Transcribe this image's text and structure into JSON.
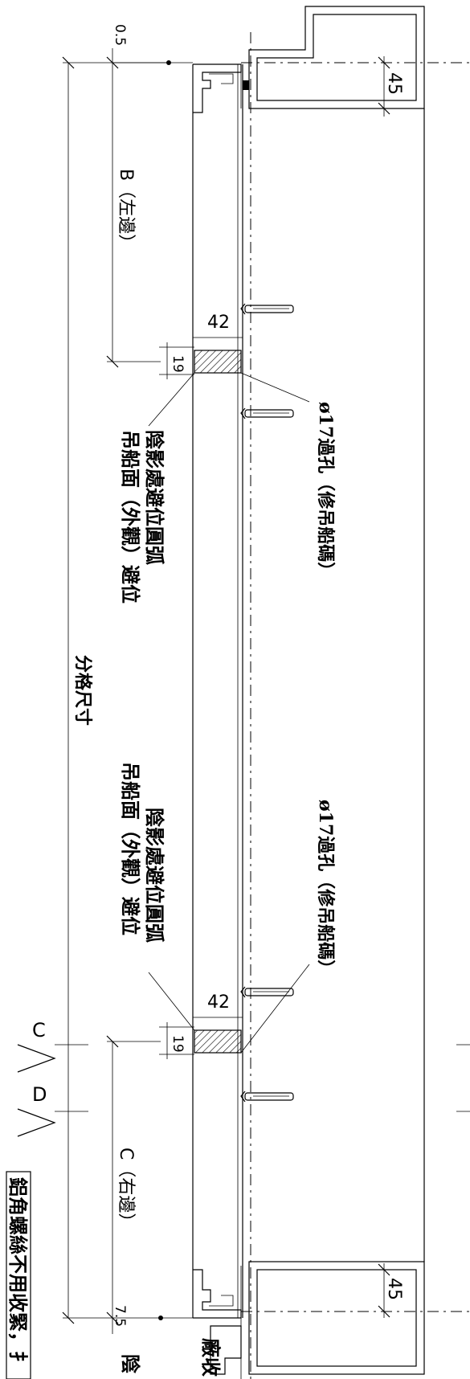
{
  "dims": {
    "top_gap": "0.5",
    "b_label": "B（左邊）",
    "width_top": "42",
    "depth_top": "19",
    "width_bottom": "42",
    "depth_bottom": "19",
    "c_label": "C（右邊）",
    "bottom_gap": "7.5",
    "frame_top": "45",
    "frame_bottom": "45",
    "overall": "分格尺寸"
  },
  "notes": {
    "hole_top": "ø17過孔（修吊船碼）",
    "hole_bottom": "ø17過孔（修吊船碼）",
    "hatch_top_l1": "陰影處避位圓弧",
    "hatch_top_l2": "吊船面（外觀）避位",
    "hatch_bottom_l1": "陰影處避位圓弧",
    "hatch_bottom_l2": "吊船面（外觀）避位",
    "screw_note": "鋁角螺絲不用收緊，扌",
    "partial_1": "陰",
    "partial_2": "廠收"
  },
  "sections": {
    "c": "C",
    "d": "D"
  }
}
